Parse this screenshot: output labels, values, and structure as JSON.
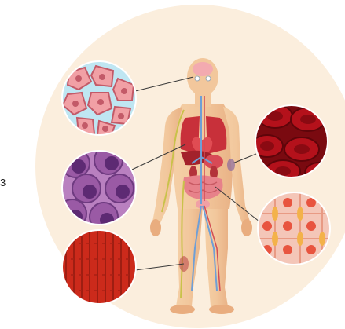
{
  "image": {
    "subject": "human-body-cell-types-illustration",
    "edge_glyph": "3",
    "colors": {
      "backdrop": "#fbeedd",
      "skin": "#f2c79c",
      "skin_shade": "#e9ad7f",
      "organ_red": "#c8303a",
      "nerve_yellow": "#d9c24a",
      "blood_vessel_blue": "#6f9fd6",
      "bone_cell_fill": "#f1a0a5",
      "bone_cell_gaps": "#bfe6f2",
      "immune_cell_purple": "#9a5aa5",
      "red_blood_cell": "#b4111b",
      "muscle_cell_red": "#cc2a1b",
      "smooth_muscle_pink": "#f4c6b8"
    },
    "cell_panels": [
      {
        "name": "bone-cells-panel",
        "connects_to": "head"
      },
      {
        "name": "immune-cells-panel",
        "connects_to": "chest"
      },
      {
        "name": "muscle-fiber-panel",
        "connects_to": "thigh"
      },
      {
        "name": "red-blood-cells-panel",
        "connects_to": "forearm"
      },
      {
        "name": "smooth-muscle-panel",
        "connects_to": "hip"
      }
    ]
  }
}
